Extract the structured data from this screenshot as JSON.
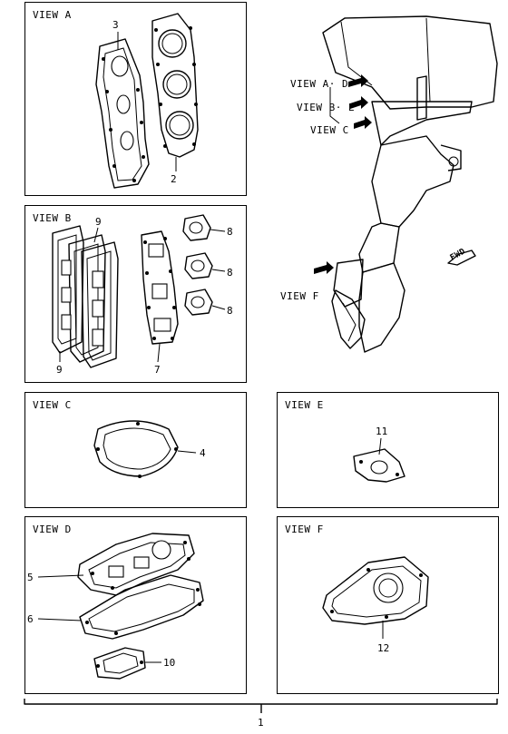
{
  "panels": {
    "view_a": {
      "title": "VIEW A",
      "callouts": [
        "3",
        "2"
      ]
    },
    "view_b": {
      "title": "VIEW B",
      "callouts": [
        "9",
        "9",
        "7",
        "8",
        "8",
        "8"
      ]
    },
    "view_c": {
      "title": "VIEW C",
      "callouts": [
        "4"
      ]
    },
    "view_d": {
      "title": "VIEW D",
      "callouts": [
        "5",
        "6",
        "10"
      ]
    },
    "view_e": {
      "title": "VIEW E",
      "callouts": [
        "11"
      ]
    },
    "view_f": {
      "title": "VIEW F",
      "callouts": [
        "12"
      ]
    }
  },
  "engine": {
    "labels": [
      "VIEW A· D",
      "VIEW B· E",
      "VIEW C",
      "VIEW F"
    ],
    "fwd_label": "FWD"
  },
  "assembly": {
    "callout": "1"
  }
}
